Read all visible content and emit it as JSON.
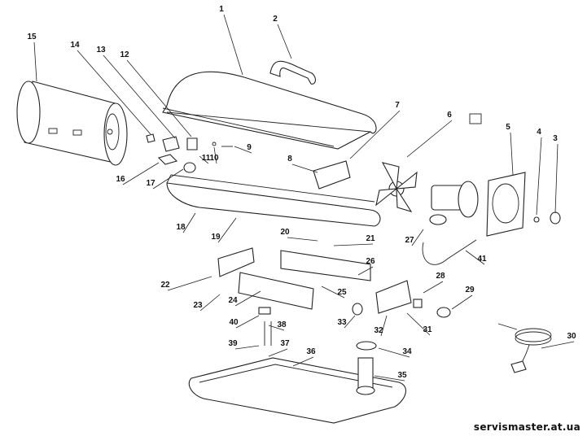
{
  "diagram": {
    "part_numbers": [
      "1",
      "2",
      "3",
      "4",
      "5",
      "6",
      "7",
      "8",
      "9",
      "10",
      "11",
      "12",
      "13",
      "14",
      "15",
      "16",
      "17",
      "18",
      "19",
      "20",
      "21",
      "22",
      "23",
      "24",
      "25",
      "26",
      "27",
      "28",
      "29",
      "30",
      "31",
      "32",
      "33",
      "34",
      "35",
      "36",
      "37",
      "38",
      "39",
      "40",
      "41"
    ]
  },
  "watermark": "servismaster.at.ua"
}
